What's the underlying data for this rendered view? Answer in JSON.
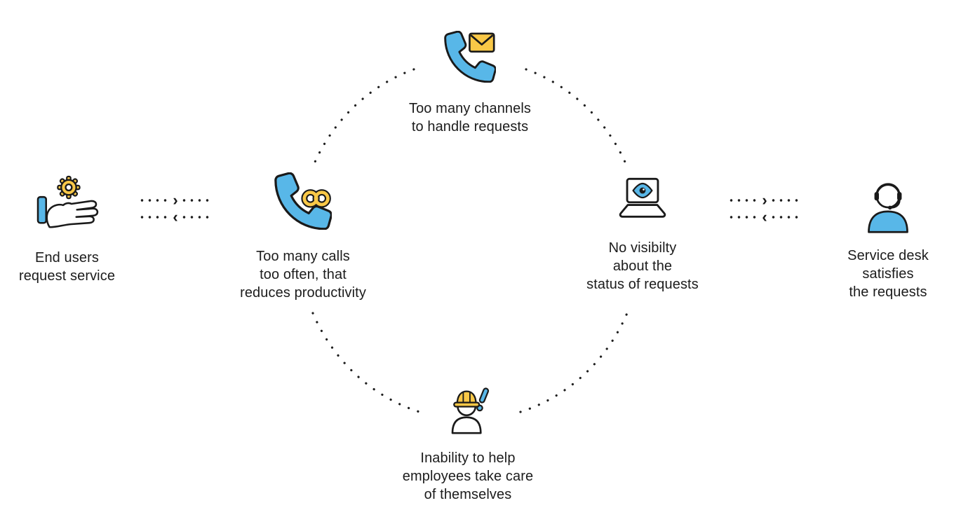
{
  "colors": {
    "blue": "#58b7e8",
    "yellow": "#f9c847",
    "ink": "#1a1a1a",
    "background": "#ffffff"
  },
  "icons": {
    "chevron_right": "›",
    "chevron_left": "‹"
  },
  "nodes": {
    "end_users": {
      "icon": "hand-gear-icon",
      "label": "End users\nrequest service"
    },
    "too_many_calls": {
      "icon": "phone-infinity-icon",
      "label": "Too many calls\ntoo often, that\nreduces productivity"
    },
    "too_many_channels": {
      "icon": "phone-mail-icon",
      "label": "Too many channels\nto handle requests"
    },
    "no_visibility": {
      "icon": "laptop-eye-icon",
      "label": "No visibilty\nabout the\nstatus of requests"
    },
    "self_help": {
      "icon": "worker-alert-icon",
      "label": "Inability to help\nemployees take care\nof themselves"
    },
    "service_desk": {
      "icon": "agent-headset-icon",
      "label": "Service desk\nsatisfies\nthe requests"
    }
  },
  "connectors": {
    "left_link": "bidirectional-dotted-arrows",
    "right_link": "bidirectional-dotted-arrows",
    "center_cycle": "dotted-ellipse"
  }
}
